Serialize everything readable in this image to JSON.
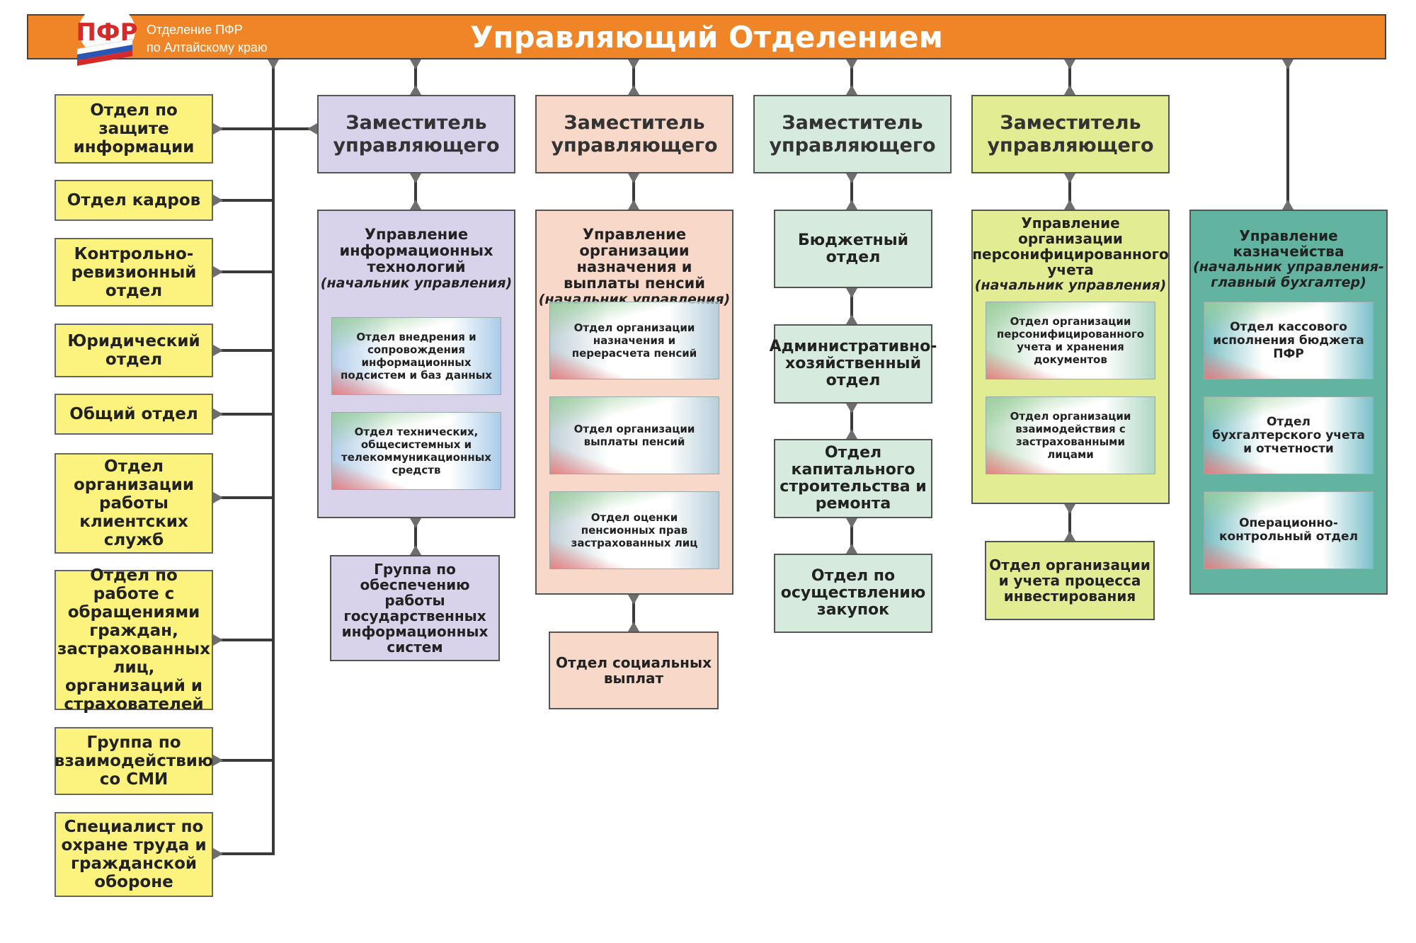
{
  "header": {
    "title": "Управляющий Отделением",
    "org_line1": "Отделение ПФР",
    "org_line2": "по Алтайскому краю",
    "logo_letters": "ПФР",
    "color": "#ef8526"
  },
  "left_units": [
    "Отдел по защите информации",
    "Отдел кадров",
    "Контрольно-ревизионный отдел",
    "Юридический отдел",
    "Общий отдел",
    "Отдел организации работы клиентских служб",
    "Отдел по работе с обращениями граждан, застрахованных лиц, организаций и страхователей",
    "Группа по взаимодействию со СМИ",
    "Специалист по охране труда и гражданской обороне"
  ],
  "deputies": [
    "Заместитель управляющего",
    "Заместитель управляющего",
    "Заместитель управляющего",
    "Заместитель управляющего"
  ],
  "col1": {
    "title": "Управление информационных технологий",
    "subtitle": "(начальник управления)",
    "inner": [
      "Отдел внедрения и сопровождения информационных подсистем и баз данных",
      "Отдел технических, общесистемных и телекоммуникационных средств"
    ],
    "below": "Группа по обеспечению работы государственных информационных систем"
  },
  "col2": {
    "title": "Управление организации назначения и выплаты пенсий",
    "subtitle": "(начальник управления)",
    "inner": [
      "Отдел организации назначения и перерасчета пенсий",
      "Отдел организации выплаты пенсий",
      "Отдел оценки пенсионных прав застрахованных лиц"
    ],
    "below": "Отдел социальных выплат"
  },
  "col3": {
    "chain": [
      "Бюджетный отдел",
      "Административно-хозяйственный отдел",
      "Отдел капитального строительства и ремонта",
      "Отдел по осуществлению закупок"
    ]
  },
  "col4": {
    "title": "Управление организации персонифицированного учета",
    "subtitle": "(начальник управления)",
    "inner": [
      "Отдел организации персонифицированного учета и хранения документов",
      "Отдел организации взаимодействия с застрахованными лицами"
    ],
    "below": "Отдел организации и учета процесса инвестирования"
  },
  "col5": {
    "title": "Управление казначейства",
    "subtitle": "(начальник управления-главный бухгалтер)",
    "inner": [
      "Отдел кассового исполнения бюджета ПФР",
      "Отдел бухгалтерского учета и отчетности",
      "Операционно-контрольный отдел"
    ]
  }
}
